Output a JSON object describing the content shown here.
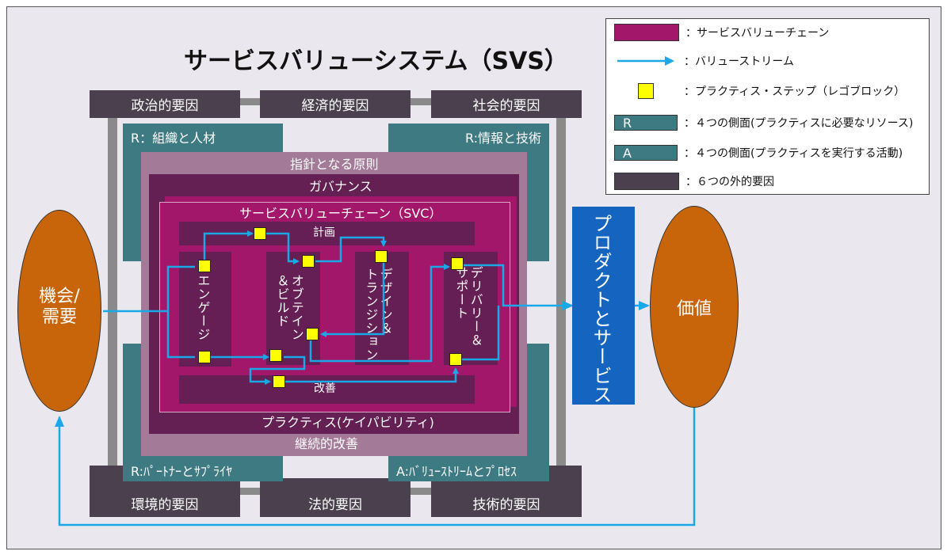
{
  "title": "サービスバリューシステム（SVS）",
  "external_factors": [
    "政治的要因",
    "経済的要因",
    "社会的要因",
    "環境的要因",
    "法的要因",
    "技術的要因"
  ],
  "aspects": {
    "top_left": "R：組織と人材",
    "top_right": "R:情報と技術",
    "bottom_left": "R:ﾊﾟｰﾄﾅｰとｻﾌﾟﾗｲﾔ",
    "bottom_right": "A:ﾊﾞﾘｭｰｽﾄﾘｰﾑとﾌﾟﾛｾｽ"
  },
  "layers": {
    "principles": "指針となる原則",
    "governance": "ガバナンス",
    "svc": "サービスバリューチェーン（SVC）",
    "practices": "プラクティス(ケイパビリティ)",
    "improvement": "継続的改善"
  },
  "activities": {
    "plan": "計画",
    "improve": "改善",
    "engage": "エンゲージ",
    "obtain_build": "オブテイン\n＆ビルド",
    "design_transition": "デザイン＆\nトランジション",
    "deliver_support": "デリバリー＆\nサポート"
  },
  "opportunity": "機会/\n需要",
  "products": "プロダクトとサービス",
  "value": "価値",
  "legend": {
    "svc": "：サービスバリューチェーン",
    "stream": "：バリューストリーム",
    "step": "：プラクティス・ステップ（レゴブロック）",
    "r_code": "R",
    "r_text": "：４つの側面(プラクティスに必要なリソース)",
    "a_code": "A",
    "a_text": "：４つの側面(プラクティスを実行する活動)",
    "ext": "：６つの外的要因"
  },
  "colors": {
    "svc": "#a3176b",
    "stream": "#1aa8e8",
    "step": "#ffff00",
    "aspect": "#3e7a82",
    "external": "#4a404e",
    "opportunity": "#c8650a",
    "products": "#1565c0"
  }
}
